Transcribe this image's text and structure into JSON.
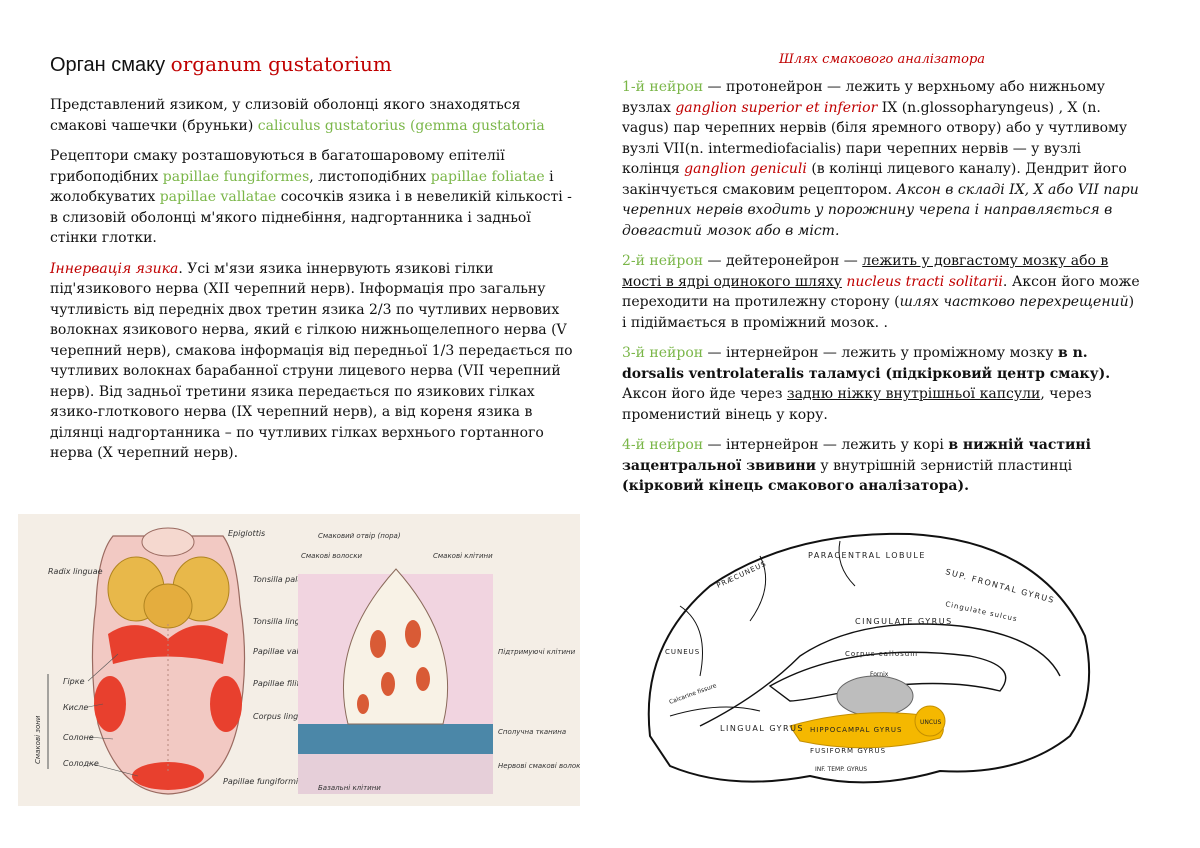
{
  "left": {
    "title_ua": "Орган смаку",
    "title_lat": "organum gustatorium",
    "p1_a": "Представлений язиком, у слизовій оболонці якого знаходяться смакові чашечки (бруньки) ",
    "p1_lat": "caliculus gustatorius (gemma gustatoria",
    "p2_a": "Рецептори смаку розташовуються в багатошаровому епітелії грибоподібних ",
    "p2_lat1": "papillae fungiformes",
    "p2_b": ", листоподібних ",
    "p2_lat2": "papillae foliatae",
    "p2_c": " і жолобкуватих ",
    "p2_lat3": "papillae vallatae",
    "p2_d": " сосочків язика і в невеликій кількості - в слизовій оболонці м'якого піднебіння, надгортанника і задньої стінки глотки.",
    "p3_head": "Іннервація язика",
    "p3_body": ". Усі м'язи язика іннервують язикові гілки під'язикового нерва (XII черепний нерв). Інформація про загальну чутливість від передніх двох третин язика 2/3 по чутливих нервових волокнах язикового нерва, який є гілкою нижньощелепного нерва (V черепний нерв),  смакова інформація від передньої 1/3 передається по чутливих волокнах барабанної струни лицевого нерва (VII черепний нерв). Від задньої третини язика передається по язикових гілках язико-глоткового нерва (IX черепний нерв), а від кореня язика в ділянці надгортанника – по чутливих гілках верхнього гортанного нерва (X черепний нерв)."
  },
  "right": {
    "heading": "Шлях смакового аналізатора",
    "n1_label": "1-й нейрон",
    "n1_a": " — протонейрон — лежить у верхньому або нижньому вузлах ",
    "n1_lat1": "ganglion superior et inferior",
    "n1_b": " IX (n.glossopharyngeus) , X (n. vagus) пар черепних нервів (біля яремного отвору) або у чутливому вузлі VII(n. intermediofacialis) пари черепних нервів — у вузлі колінця ",
    "n1_lat2": "ganglion geniculi",
    "n1_c": " (в колінці лицевого каналу). Дендрит його закінчується смаковим рецептором. ",
    "n1_it": "Аксон в складі IX, X або VII пари черепних нервів входить у порожнину черепа і направляється в довгастий мозок або в міст.",
    "n2_label": "2-й нейрон",
    "n2_a": " — дейтеронейрон — ",
    "n2_u": "лежить у довгастому мозку або в мості в ядрі одинокого шляху",
    "n2_sp": " ",
    "n2_lat": "nucleus tracti solitarii",
    "n2_b": ". Аксон його може переходити на протилежну сторону (",
    "n2_it": "шлях частково перехрещений",
    "n2_c": ") і підіймається в проміжний мозок. .",
    "n3_label": "3-й нейрон",
    "n3_a": " — інтернейрон — лежить у проміжному мозку ",
    "n3_bold": "в n. dorsalis ventrolateralis таламусі (підкірковий центр смаку).",
    "n3_b": " Аксон його йде через ",
    "n3_u": "задню ніжку внутрішньої капсули",
    "n3_c": ", через променистий вінець у кору.",
    "n4_label": "4-й нейрон",
    "n4_a": " — інтернейрон — лежить у корі ",
    "n4_bold": "в нижній частині зацентральної звивини",
    "n4_b": " у внутрішній зернистій пластинці ",
    "n4_bold2": "(кірковий кінець смакового аналізатора)."
  },
  "fig_tongue": {
    "labels_left": [
      "Radix linguae",
      "Гірке",
      "Кисле",
      "Солоне",
      "Солодке"
    ],
    "zones_label": "Смакові зони",
    "labels_mid": [
      "Epiglottis",
      "Tonsilla palatina",
      "Tonsilla lingualis",
      "Papillae vallatae",
      "Papillae filiformes",
      "Corpus linguae",
      "Papillae fungiformis"
    ],
    "labels_bud": [
      "Смаковий отвір (пора)",
      "Смакові волоски",
      "Смакові клітини",
      "Підтримуючі клітини",
      "Сполучна тканина",
      "Нервові смакові волокна",
      "Базальні клітини"
    ]
  },
  "fig_brain": {
    "labels": [
      "PARACENTRAL LOBULE",
      "PRÆCUNEUS",
      "SUP. FRONTAL GYRUS",
      "Cingulate sulcus",
      "CINGULATE GYRUS",
      "Corpus callosum",
      "Fornix",
      "CUNEUS",
      "Calcarine fissure",
      "LINGUAL GYRUS",
      "HIPPOCAMPAL GYRUS",
      "UNCUS",
      "FUSIFORM GYRUS",
      "INF. TEMP. GYRUS"
    ],
    "colors": {
      "highlight": "#f5b800",
      "thalamus": "#bdbdbd"
    }
  }
}
